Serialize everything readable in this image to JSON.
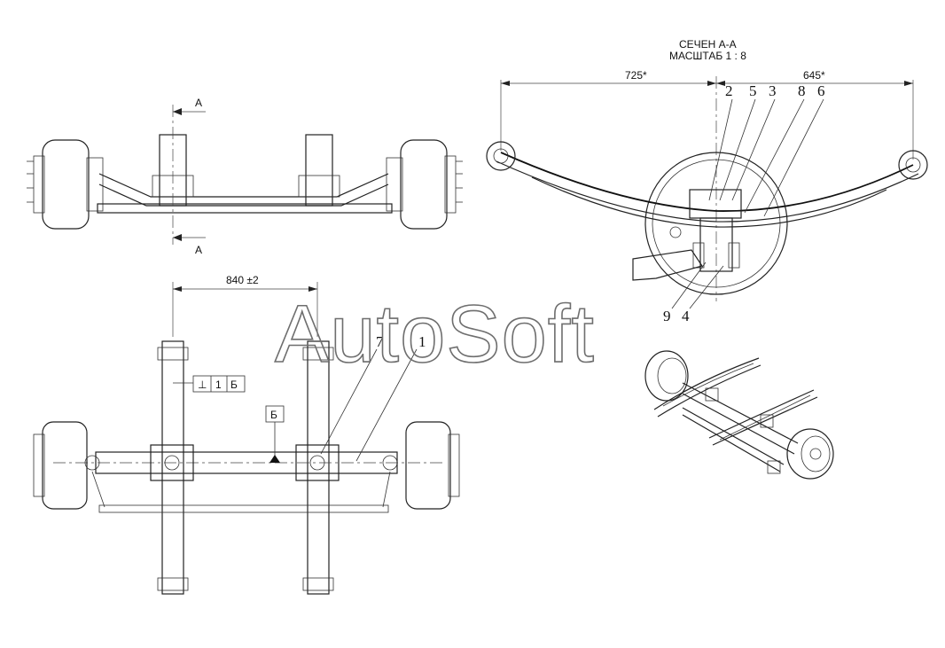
{
  "section": {
    "title": "СЕЧЕН А-А",
    "scale": "МАСШТАБ 1 : 8",
    "dim_left": "725*",
    "dim_right": "645*"
  },
  "front_view": {
    "cut_top": "А",
    "cut_bottom": "А"
  },
  "top_view": {
    "dim_track": "840 ±2",
    "datum_ref": "Б",
    "tolerance": {
      "symbol": "⊥",
      "value": "1",
      "datum": "Б"
    }
  },
  "callouts": [
    "1",
    "2",
    "3",
    "4",
    "5",
    "6",
    "7",
    "8",
    "9"
  ],
  "watermark": "AutoSoft"
}
